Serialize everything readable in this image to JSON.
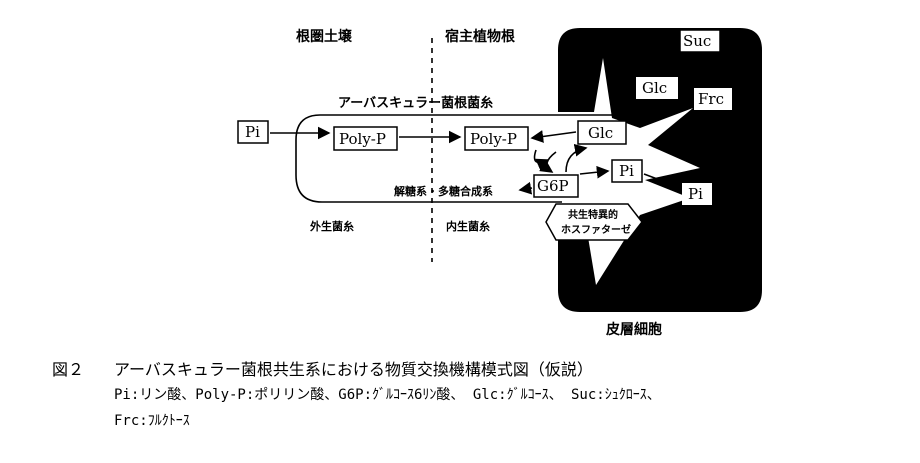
{
  "labels": {
    "rhizosphere_soil": "根圏土壌",
    "host_root": "宿主植物根",
    "am_hyphae": "アーバスキュラー菌根菌糸",
    "external_hyphae": "外生菌糸",
    "internal_hyphae": "内生菌糸",
    "glycolysis": "解糖系・多糖合成系",
    "symbiotic_transporter_1": "共生特異的",
    "symbiotic_transporter_2": "ホスファターゼ",
    "cortex_cell": "皮層細胞"
  },
  "nodes": {
    "pi_soil": "Pi",
    "polyp_ext": "Poly-P",
    "polyp_int": "Poly-P",
    "glc_hyphae": "Glc",
    "g6p": "G6P",
    "pi_hyphae": "Pi",
    "suc": "Suc",
    "glc_cell": "Glc",
    "frc": "Frc",
    "pi_cell": "Pi"
  },
  "caption": {
    "figure_no": "図２",
    "title": "アーバスキュラー菌根共生系における物質交換機構模式図（仮説）",
    "line2": "Pi:リン酸、Poly-P:ポリリン酸、G6P:ｸﾞﾙｺｰｽ6ﾘﾝ酸、 Glc:ｸﾞﾙｺｰｽ、 Suc:ｼｭｸﾛｰｽ、",
    "line3": "Frc:ﾌﾙｸﾄｰｽ"
  }
}
